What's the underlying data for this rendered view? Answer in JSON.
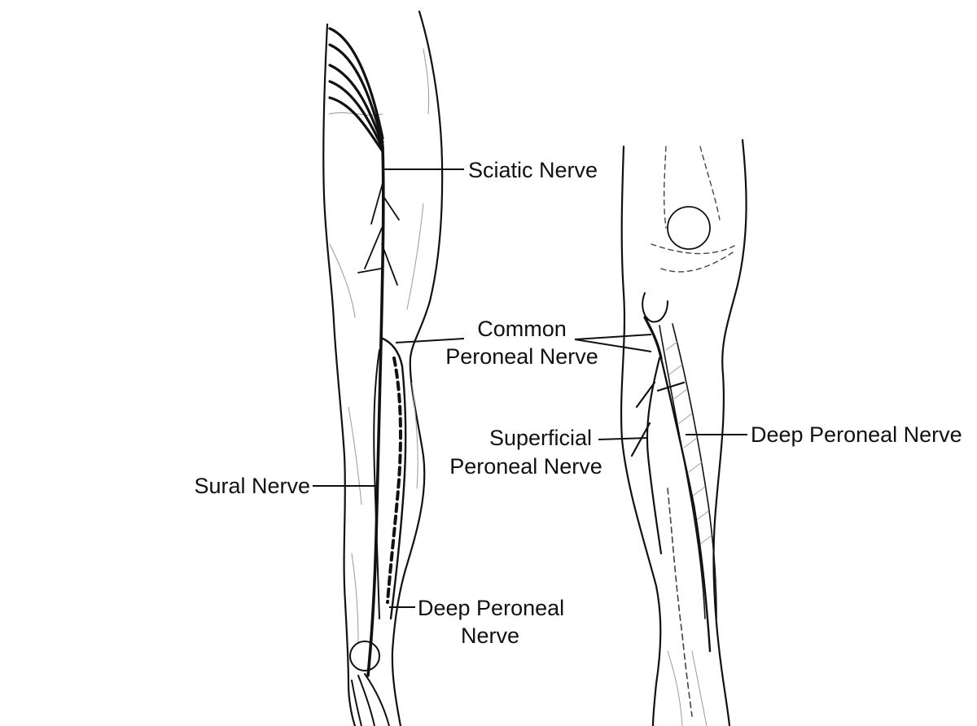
{
  "labels": {
    "sciatic": "Sciatic Nerve",
    "common_peroneal_1": "Common",
    "common_peroneal_2": "Peroneal Nerve",
    "superficial_peroneal_1": "Superficial",
    "superficial_peroneal_2": "Peroneal Nerve",
    "deep_peroneal_right": "Deep Peroneal Nerve",
    "sural": "Sural Nerve",
    "deep_peroneal_left_1": "Deep Peroneal",
    "deep_peroneal_left_2": "Nerve"
  },
  "colors": {
    "ink": "#111111",
    "sketch": "#9a9a9a",
    "background": "#ffffff"
  }
}
